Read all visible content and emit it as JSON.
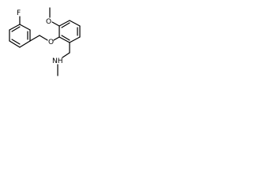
{
  "molecule": {
    "atoms": {
      "fluorine": "F",
      "ether_oxygen": "O",
      "methoxy_oxygen": "O",
      "amine": "NH"
    },
    "colors": {
      "bond": "#000000",
      "label": "#000000",
      "background": "#ffffff"
    }
  }
}
